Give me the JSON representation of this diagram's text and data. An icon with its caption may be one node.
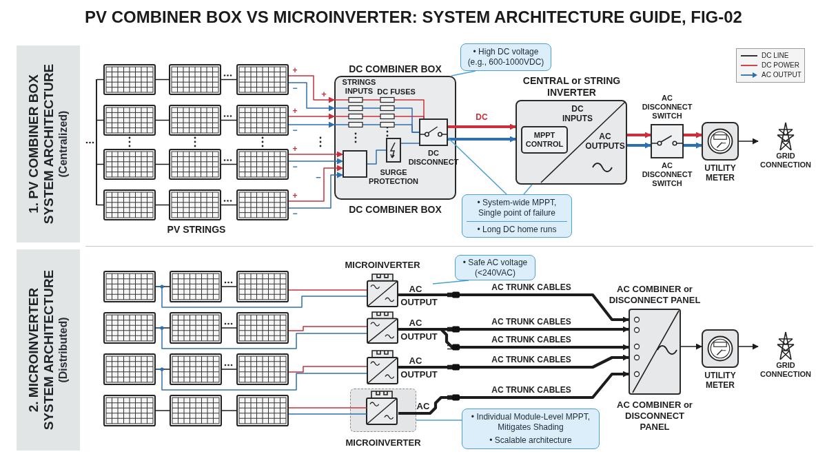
{
  "diagram": {
    "title": "PV COMBINER BOX VS MICROINVERTER: SYSTEM ARCHITECTURE GUIDE, FIG-02",
    "nodes": [
      {
        "text": [
          "1. PV COMBINER BOX SYSTEM ARCHITECTURE",
          "(Centralized)"
        ]
      },
      {
        "text": [],
        "shape": "panel"
      },
      {
        "text": [],
        "shape": "panel"
      },
      {
        "text": [],
        "shape": "panel"
      },
      {
        "text": [],
        "shape": "panel"
      },
      {
        "text": [],
        "shape": "panel"
      },
      {
        "text": [],
        "shape": "panel"
      },
      {
        "text": [],
        "shape": "panel"
      },
      {
        "text": [],
        "shape": "panel"
      },
      {
        "text": [],
        "shape": "panel"
      },
      {
        "text": [],
        "shape": "panel"
      },
      {
        "text": [],
        "shape": "panel"
      },
      {
        "text": [],
        "shape": "panel"
      },
      {
        "text": [
          "DC COMBINER BOX"
        ],
        "beside": [
          "DC COMBINER BOX"
        ]
      },
      {
        "text": [],
        "shape": "box",
        "in": 13
      },
      {
        "text": [
          "SURGE PROTECTION"
        ],
        "in": 13
      },
      {
        "text": [
          "DC DISCONNECT"
        ],
        "in": 13
      },
      {
        "text": [
          "• High DC voltage (e.g., 600-1000VDC)"
        ]
      },
      {
        "text": [
          "CENTRAL or STRING INVERTER",
          "DC INPUTS",
          "AC OUTPUTS"
        ]
      },
      {
        "text": [
          "MPPT CONTROL"
        ],
        "in": 18
      },
      {
        "text": [
          "• System-wide MPPT, Single point of failure",
          "• Long DC home runs"
        ]
      },
      {
        "text": [
          "AC DISCONNECT SWITCH"
        ],
        "beside": [
          "AC DISCONNECT SWITCH"
        ]
      },
      {
        "text": [
          "UTILITY METER"
        ]
      },
      {
        "text": [
          "GRID CONNECTION"
        ]
      },
      {
        "text": [
          "2. MICROINVERTER SYSTEM ARCHITECTURE",
          "(Distributed)"
        ]
      },
      {
        "text": [],
        "shape": "panel"
      },
      {
        "text": [],
        "shape": "panel"
      },
      {
        "text": [],
        "shape": "panel"
      },
      {
        "text": [],
        "shape": "panel"
      },
      {
        "text": [],
        "shape": "panel"
      },
      {
        "text": [],
        "shape": "panel"
      },
      {
        "text": [],
        "shape": "panel"
      },
      {
        "text": [],
        "shape": "panel"
      },
      {
        "text": [],
        "shape": "panel"
      },
      {
        "text": [],
        "shape": "panel"
      },
      {
        "text": [],
        "shape": "panel"
      },
      {
        "text": [],
        "shape": "panel"
      },
      {
        "text": [
          "MICROINVERTER"
        ]
      },
      {
        "text": [],
        "shape": "box"
      },
      {
        "text": [],
        "shape": "box"
      },
      {
        "text": [
          "MICROINVERTER"
        ]
      },
      {
        "text": [],
        "shape": "box",
        "in": 40
      },
      {
        "text": [
          "AC COMBINER or DISCONNECT PANEL"
        ],
        "beside": [
          "AC COMBINER or DISCONNECT PANEL"
        ]
      },
      {
        "text": [
          "UTILITY METER"
        ]
      },
      {
        "text": [
          "GRID CONNECTION"
        ]
      },
      {
        "text": [
          "• Safe AC voltage (<240VAC)"
        ]
      },
      {
        "text": [
          "• Individual Module-Level MPPT, Mitigates Shading",
          "• Scalable architecture"
        ]
      },
      {
        "text": [],
        "shape": "bar"
      }
    ],
    "edges": [
      {
        "from": 1,
        "to": 2,
        "arrow": "none"
      },
      {
        "from": 2,
        "to": 3,
        "arrow": "none"
      },
      {
        "from": 4,
        "to": 5,
        "arrow": "none"
      },
      {
        "from": 5,
        "to": 6,
        "arrow": "none"
      },
      {
        "from": 7,
        "to": 8,
        "arrow": "none"
      },
      {
        "from": 8,
        "to": 9,
        "arrow": "none"
      },
      {
        "from": 10,
        "to": 11,
        "arrow": "none"
      },
      {
        "from": 11,
        "to": 12,
        "arrow": "none"
      },
      {
        "from": 3,
        "to": 13,
        "arrow": "to",
        "label": "+",
        "color": "#c9303b"
      },
      {
        "from": 3,
        "to": 13,
        "arrow": "to",
        "label": "−",
        "color": "#2e6fae"
      },
      {
        "from": 6,
        "to": 13,
        "arrow": "to",
        "label": "+",
        "color": "#c9303b"
      },
      {
        "from": 6,
        "to": 13,
        "arrow": "to",
        "label": "−",
        "color": "#2e6fae"
      },
      {
        "from": 9,
        "to": 14,
        "arrow": "to",
        "label": "+",
        "color": "#c9303b"
      },
      {
        "from": 9,
        "to": 14,
        "arrow": "to",
        "label": "−",
        "color": "#2e6fae"
      },
      {
        "from": 12,
        "to": 14,
        "arrow": "to",
        "label": "+",
        "color": "#c9303b"
      },
      {
        "from": 12,
        "to": 14,
        "arrow": "to",
        "label": "−",
        "color": "#2e6fae"
      },
      {
        "from": 14,
        "to": 15,
        "arrow": "none",
        "color": "#2e6fae"
      },
      {
        "from": 15,
        "to": 16,
        "arrow": "none",
        "color": "#2e6fae"
      },
      {
        "from": 16,
        "to": 18,
        "arrow": "to",
        "label": "DC",
        "color": "#c9303b",
        "style": "thick"
      },
      {
        "from": 16,
        "to": 18,
        "arrow": "to",
        "color": "#2e6fae",
        "style": "thick"
      },
      {
        "from": 17,
        "to": 13,
        "arrow": "none",
        "color": "#4b9fd3"
      },
      {
        "from": 20,
        "to": 16,
        "arrow": "none",
        "color": "#4b9fd3"
      },
      {
        "from": 20,
        "to": 18,
        "arrow": "none",
        "color": "#4b9fd3"
      },
      {
        "from": 18,
        "to": 21,
        "arrow": "to",
        "color": "#c9303b",
        "style": "thick"
      },
      {
        "from": 18,
        "to": 21,
        "arrow": "to",
        "color": "#2e6fae",
        "style": "thick"
      },
      {
        "from": 21,
        "to": 22,
        "arrow": "to",
        "color": "#c9303b",
        "style": "thick"
      },
      {
        "from": 21,
        "to": 22,
        "arrow": "to",
        "color": "#2e6fae",
        "style": "thick"
      },
      {
        "from": 22,
        "to": 23,
        "arrow": "to"
      },
      {
        "from": 25,
        "to": 26,
        "arrow": "none"
      },
      {
        "from": 26,
        "to": 27,
        "arrow": "none"
      },
      {
        "from": 28,
        "to": 29,
        "arrow": "none"
      },
      {
        "from": 29,
        "to": 30,
        "arrow": "none"
      },
      {
        "from": 31,
        "to": 32,
        "arrow": "none"
      },
      {
        "from": 32,
        "to": 33,
        "arrow": "none"
      },
      {
        "from": 34,
        "to": 35,
        "arrow": "none"
      },
      {
        "from": 35,
        "to": 36,
        "arrow": "none"
      },
      {
        "from": 27,
        "to": 37,
        "arrow": "none",
        "color": "#c9303b"
      },
      {
        "from": 25,
        "to": 37,
        "arrow": "none",
        "color": "#2e6fae"
      },
      {
        "from": 30,
        "to": 38,
        "arrow": "none",
        "color": "#c9303b"
      },
      {
        "from": 28,
        "to": 38,
        "arrow": "none",
        "color": "#2e6fae"
      },
      {
        "from": 33,
        "to": 39,
        "arrow": "none",
        "color": "#c9303b"
      },
      {
        "from": 31,
        "to": 39,
        "arrow": "none",
        "color": "#2e6fae"
      },
      {
        "from": 36,
        "to": 41,
        "arrow": "none",
        "color": "#c9303b"
      },
      {
        "from": 36,
        "to": 41,
        "arrow": "none",
        "color": "#2e6fae"
      },
      {
        "from": 37,
        "to": 42,
        "arrow": "to",
        "label": "AC TRUNK CABLES",
        "style": "thick"
      },
      {
        "from": 38,
        "to": 42,
        "arrow": "to",
        "label": "AC TRUNK CABLES",
        "style": "thick"
      },
      {
        "from": 38,
        "to": 42,
        "arrow": "to",
        "label": "AC TRUNK CABLES",
        "style": "thick"
      },
      {
        "from": 39,
        "to": 42,
        "arrow": "to",
        "label": "AC TRUNK CABLES",
        "style": "thick"
      },
      {
        "from": 41,
        "to": 42,
        "arrow": "to",
        "label": "AC TRUNK CABLES",
        "style": "thick"
      },
      {
        "from": 42,
        "to": 43,
        "arrow": "to"
      },
      {
        "from": 43,
        "to": 44,
        "arrow": "to"
      },
      {
        "from": 45,
        "to": null,
        "arrow": "none",
        "color": "#4b9fd3"
      },
      {
        "from": 46,
        "to": 40,
        "arrow": "none",
        "color": "#4b9fd3"
      },
      {
        "from": 47,
        "to": 1,
        "arrow": "none"
      },
      {
        "from": 47,
        "to": 4,
        "arrow": "none"
      },
      {
        "from": 47,
        "to": 7,
        "arrow": "none"
      },
      {
        "from": 47,
        "to": 10,
        "arrow": "none"
      },
      {
        "from": 13,
        "to": 16,
        "arrow": "none",
        "color": "#c9303b"
      },
      {
        "from": 13,
        "to": 16,
        "arrow": "none",
        "color": "#c9303b"
      },
      {
        "from": 13,
        "to": 16,
        "arrow": "none",
        "color": "#2e6fae"
      },
      {
        "from": 13,
        "to": 16,
        "arrow": "none",
        "color": "#2e6fae"
      }
    ],
    "labels": [
      "STRINGS INPUTS",
      "DC FUSES",
      "+",
      "−",
      "PV STRINGS",
      "AC",
      "OUTPUT",
      "AC",
      "OUTPUT",
      "AC",
      "OUTPUT",
      "AC"
    ],
    "legend": [
      {
        "text": "DC LINE"
      },
      {
        "text": "DC POWER"
      },
      {
        "text": "AC OUTPUT"
      }
    ]
  }
}
